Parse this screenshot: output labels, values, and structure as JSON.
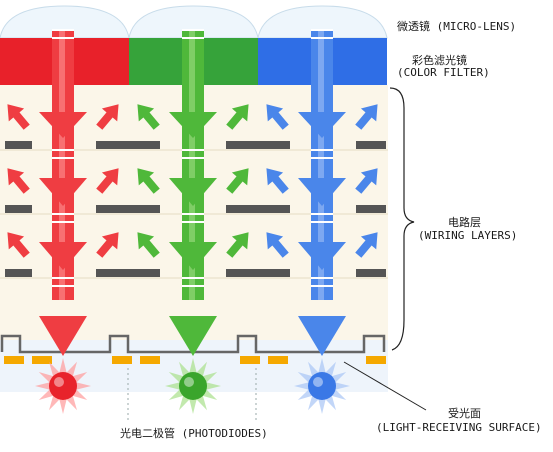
{
  "labels": {
    "micro_lens": "微透镜 (MICRO-LENS)",
    "color_filter_cn": "彩色滤光镜",
    "color_filter_en": "(COLOR FILTER)",
    "wiring_cn": "电路层",
    "wiring_en": "(WIRING LAYERS)",
    "surface_cn": "受光面",
    "surface_en": "(LIGHT-RECEIVING SURFACE)",
    "photodiodes": "光电二极管 (PHOTODIODES)"
  },
  "columns": [
    {
      "name": "red",
      "filter": "#e8212a",
      "arrow": "#ef3d42",
      "light": "#ff9a9a",
      "gem": "#e8232b"
    },
    {
      "name": "green",
      "filter": "#36a33a",
      "arrow": "#4fb83a",
      "light": "#a8e08a",
      "gem": "#3aa52c"
    },
    {
      "name": "blue",
      "filter": "#2f6ee6",
      "arrow": "#4a86ea",
      "light": "#a8c4f5",
      "gem": "#3a78e6"
    }
  ],
  "colors": {
    "layer_bg": "#fbf6e9",
    "wiring_bar": "#555555",
    "photodiode": "#f5a800"
  }
}
